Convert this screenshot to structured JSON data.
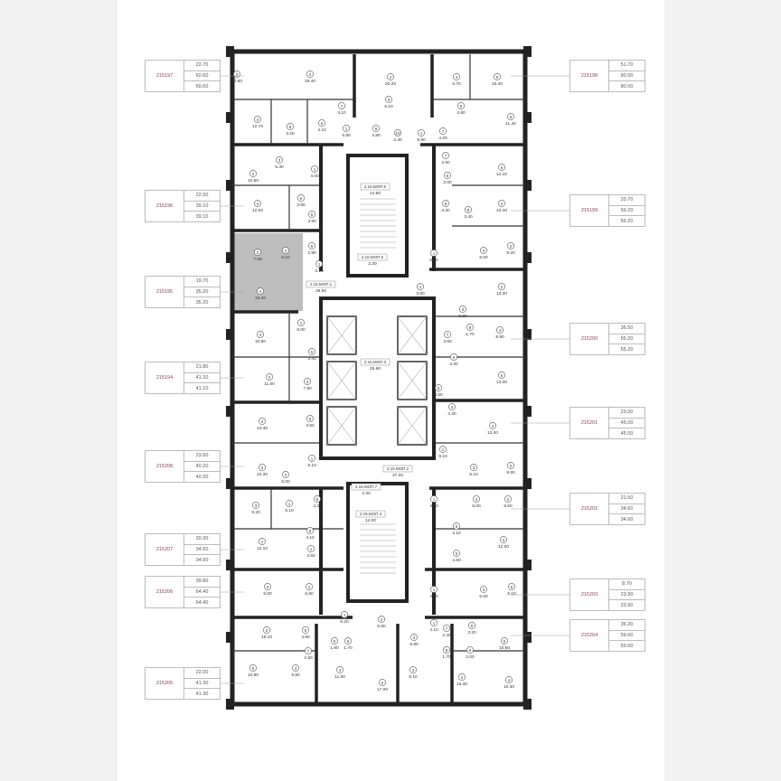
{
  "floor_prefix": "2.15",
  "highlight_color": "#bdbdbd",
  "apartments_left": [
    {
      "id": "215197",
      "living": "22.70",
      "total": "60.60",
      "total2": "60.60"
    },
    {
      "id": "215196",
      "living": "22.50",
      "total": "39.10",
      "total2": "39.10"
    },
    {
      "id": "215195",
      "living": "19.70",
      "total": "35.20",
      "total2": "35.20"
    },
    {
      "id": "215194",
      "living": "21.80",
      "total": "41.10",
      "total2": "41.10"
    },
    {
      "id": "215208",
      "living": "23.60",
      "total": "40.20",
      "total2": "40.20"
    },
    {
      "id": "215207",
      "living": "20.30",
      "total": "34.60",
      "total2": "34.60"
    },
    {
      "id": "215206",
      "living": "39.80",
      "total": "64.40",
      "total2": "64.40"
    },
    {
      "id": "215205",
      "living": "22.00",
      "total": "41.30",
      "total2": "41.30"
    }
  ],
  "apartments_right": [
    {
      "id": "215198",
      "living": "51.70",
      "total": "80.00",
      "total2": "80.00"
    },
    {
      "id": "215199",
      "living": "33.70",
      "total": "59.20",
      "total2": "59.20"
    },
    {
      "id": "215200",
      "living": "36.50",
      "total": "55.20",
      "total2": "55.20"
    },
    {
      "id": "215201",
      "living": "23.00",
      "total": "45.00",
      "total2": "45.00"
    },
    {
      "id": "215202",
      "living": "21.50",
      "total": "34.60",
      "total2": "34.60"
    },
    {
      "id": "215203",
      "living": "8.70",
      "total": "23.90",
      "total2": "23.90"
    },
    {
      "id": "215204",
      "living": "36.20",
      "total": "59.00",
      "total2": "59.00"
    }
  ],
  "common_areas": [
    {
      "code": "2.15.МОП.5",
      "area": "14.60"
    },
    {
      "code": "2.15.МОП.6",
      "area": "2.30"
    },
    {
      "code": "2.15.МОП.1",
      "area": "39.60"
    },
    {
      "code": "2.15.МОП.3",
      "area": "25.90"
    },
    {
      "code": "2.15.МОП.2",
      "area": "37.20"
    },
    {
      "code": "2.15.МОП.7",
      "area": "2.30"
    },
    {
      "code": "2.15.МОП.4",
      "area": "14.00"
    }
  ],
  "rooms": [
    {
      "n": "3",
      "a": "10.60"
    },
    {
      "n": "2",
      "a": "19.40"
    },
    {
      "n": "4",
      "a": "12.70"
    },
    {
      "n": "5",
      "a": "3.20"
    },
    {
      "n": "6",
      "a": "4.10"
    },
    {
      "n": "7",
      "a": "4.10"
    },
    {
      "n": "1",
      "a": "6.80"
    },
    {
      "n": "2",
      "a": "20.20"
    },
    {
      "n": "3",
      "a": "6.10"
    },
    {
      "n": "8",
      "a": "4.80"
    },
    {
      "n": "10",
      "a": "2.40"
    },
    {
      "n": "1",
      "a": "5.90"
    },
    {
      "n": "4",
      "a": "6.70"
    },
    {
      "n": "5",
      "a": "10.40"
    },
    {
      "n": "9",
      "a": "4.90"
    },
    {
      "n": "7",
      "a": "4.20"
    },
    {
      "n": "6",
      "a": "11.40"
    },
    {
      "n": "2",
      "a": "10.50"
    },
    {
      "n": "3",
      "a": "5.30"
    },
    {
      "n": "1",
      "a": "4.00"
    },
    {
      "n": "4",
      "a": "12.00"
    },
    {
      "n": "6",
      "a": "3.60"
    },
    {
      "n": "5",
      "a": "3.90"
    },
    {
      "n": "2",
      "a": "7.50"
    },
    {
      "n": "3",
      "a": "5.10"
    },
    {
      "n": "5",
      "a": "2.80"
    },
    {
      "n": "1",
      "a": "3.10"
    },
    {
      "n": "4",
      "a": "15.20"
    },
    {
      "n": "7",
      "a": "2.50"
    },
    {
      "n": "6",
      "a": "3.00"
    },
    {
      "n": "8",
      "a": "4.30"
    },
    {
      "n": "9",
      "a": "3.40"
    },
    {
      "n": "5",
      "a": "14.10"
    },
    {
      "n": "4",
      "a": "10.40"
    },
    {
      "n": "2",
      "a": "9.20"
    },
    {
      "n": "3",
      "a": "6.00"
    },
    {
      "n": "1",
      "a": "6.30"
    },
    {
      "n": "4",
      "a": "10.80"
    },
    {
      "n": "1",
      "a": "8.00"
    },
    {
      "n": "5",
      "a": "3.40"
    },
    {
      "n": "2",
      "a": "11.00"
    },
    {
      "n": "3",
      "a": "7.90"
    },
    {
      "n": "1",
      "a": "3.50"
    },
    {
      "n": "2",
      "a": "13.30"
    },
    {
      "n": "3",
      "a": "6.80"
    },
    {
      "n": "8",
      "a": "1.70"
    },
    {
      "n": "7",
      "a": "3.60"
    },
    {
      "n": "4",
      "a": "9.90"
    },
    {
      "n": "6",
      "a": "4.30"
    },
    {
      "n": "5",
      "a": "13.30"
    },
    {
      "n": "5",
      "a": "4.50"
    },
    {
      "n": "3",
      "a": "4.30"
    },
    {
      "n": "4",
      "a": "13.30"
    },
    {
      "n": "1",
      "a": "8.10"
    },
    {
      "n": "4",
      "a": "13.30"
    },
    {
      "n": "5",
      "a": "3.50"
    },
    {
      "n": "3",
      "a": "10.30"
    },
    {
      "n": "2",
      "a": "5.00"
    },
    {
      "n": "1",
      "a": "8.10"
    },
    {
      "n": "2",
      "a": "9.90"
    },
    {
      "n": "3",
      "a": "5.10"
    },
    {
      "n": "1",
      "a": "4.00"
    },
    {
      "n": "3",
      "a": "5.00"
    },
    {
      "n": "2",
      "a": "9.50"
    },
    {
      "n": "3",
      "a": "8.20"
    },
    {
      "n": "1",
      "a": "6.10"
    },
    {
      "n": "6",
      "a": "4.30"
    },
    {
      "n": "5",
      "a": "4.10"
    },
    {
      "n": "4",
      "a": "12.10"
    },
    {
      "n": "1",
      "a": "4.50"
    },
    {
      "n": "5",
      "a": "4.10"
    },
    {
      "n": "4",
      "a": "12.00"
    },
    {
      "n": "5",
      "a": "4.50"
    },
    {
      "n": "3",
      "a": "6.00"
    },
    {
      "n": "6",
      "a": "6.10"
    },
    {
      "n": "1",
      "a": "4.70"
    },
    {
      "n": "3",
      "a": "6.00"
    },
    {
      "n": "1",
      "a": "6.60"
    },
    {
      "n": "2",
      "a": "19.10"
    },
    {
      "n": "5",
      "a": "4.60"
    },
    {
      "n": "6",
      "a": "1.80"
    },
    {
      "n": "7",
      "a": "2.90"
    },
    {
      "n": "1",
      "a": "5.20"
    },
    {
      "n": "2",
      "a": "5.80"
    },
    {
      "n": "3",
      "a": "5.80"
    },
    {
      "n": "6",
      "a": "1.70"
    },
    {
      "n": "1",
      "a": "4.10"
    },
    {
      "n": "7",
      "a": "2.40"
    },
    {
      "n": "6",
      "a": "3.20"
    },
    {
      "n": "5",
      "a": "10.60"
    },
    {
      "n": "8",
      "a": "1.70"
    },
    {
      "n": "9",
      "a": "2.00"
    },
    {
      "n": "4",
      "a": "10.30"
    },
    {
      "n": "5",
      "a": "10.90"
    },
    {
      "n": "4",
      "a": "9.80"
    },
    {
      "n": "4",
      "a": "11.00"
    },
    {
      "n": "2",
      "a": "17.00"
    },
    {
      "n": "3",
      "a": "6.10"
    },
    {
      "n": "2",
      "a": "15.30"
    }
  ]
}
